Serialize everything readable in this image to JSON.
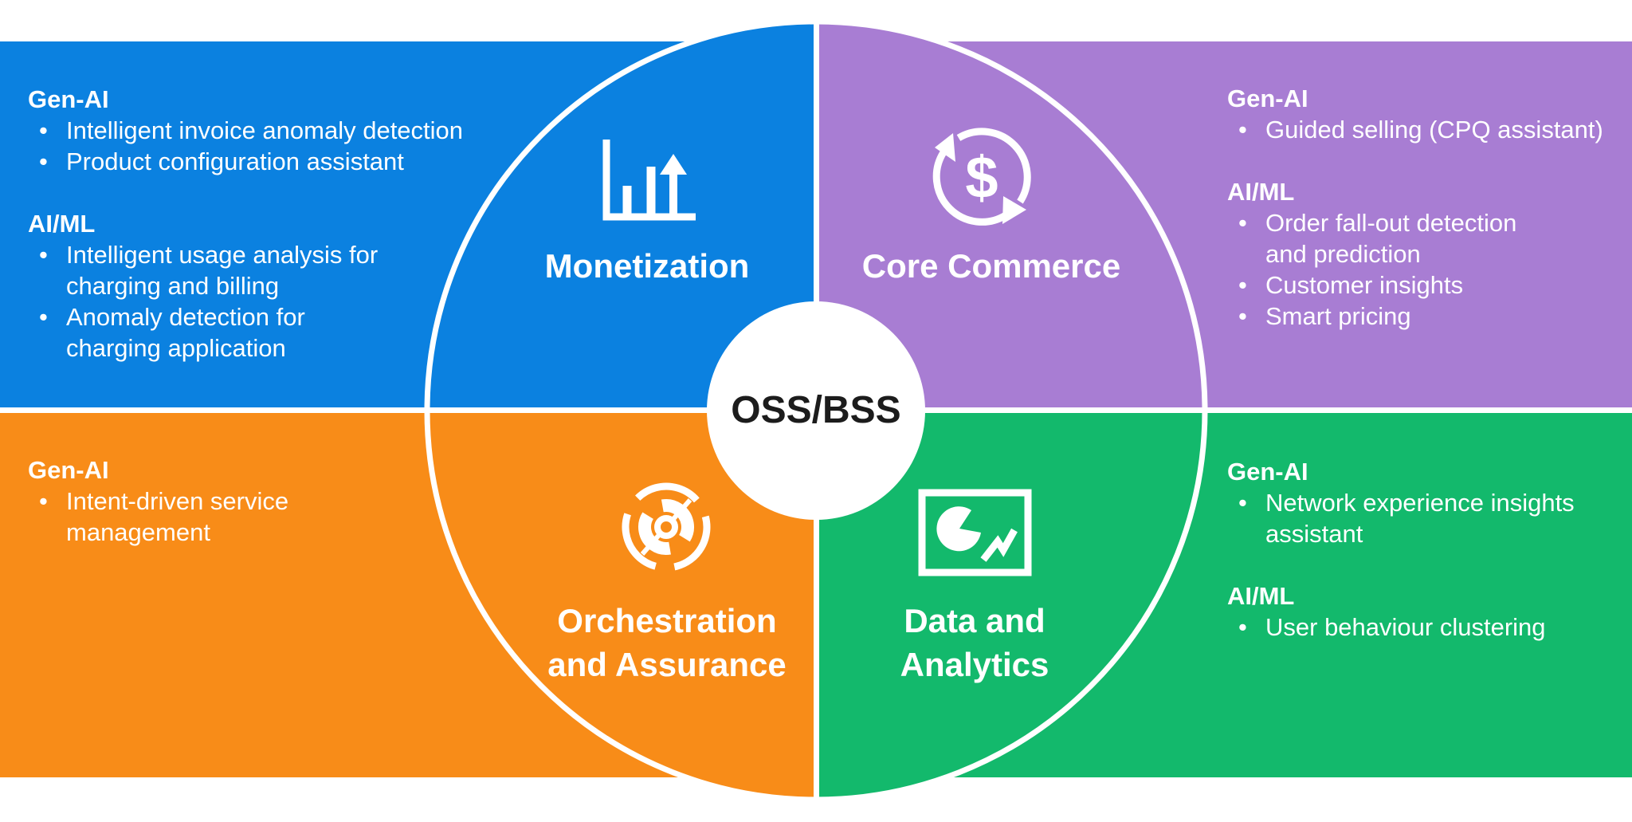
{
  "center": {
    "label": "OSS/BSS"
  },
  "colors": {
    "blue": "#0b81e0",
    "purple": "#a87dd3",
    "orange": "#f88c18",
    "green": "#13b96c",
    "dark": "#1c1c1c",
    "white": "#ffffff"
  },
  "icons": {
    "monetization": "bar-chart-growth-icon",
    "core_commerce": "currency-cycle-icon",
    "orchestration": "orchestration-wheel-icon",
    "data_analytics": "analytics-dashboard-icon",
    "dollar_glyph": "$"
  },
  "quadrants": {
    "monetization": {
      "title_lines": [
        "Monetization"
      ],
      "sections": [
        {
          "heading": "Gen-AI",
          "items": [
            {
              "lines": [
                "Intelligent invoice anomaly detection"
              ]
            },
            {
              "lines": [
                "Product configuration assistant"
              ]
            }
          ]
        },
        {
          "heading": "AI/ML",
          "items": [
            {
              "lines": [
                "Intelligent usage analysis for",
                "charging and billing"
              ]
            },
            {
              "lines": [
                "Anomaly detection for",
                "charging application"
              ]
            }
          ]
        }
      ]
    },
    "core_commerce": {
      "title_lines": [
        "Core Commerce"
      ],
      "sections": [
        {
          "heading": "Gen-AI",
          "items": [
            {
              "lines": [
                "Guided selling (CPQ assistant)"
              ]
            }
          ]
        },
        {
          "heading": "AI/ML",
          "items": [
            {
              "lines": [
                "Order fall-out detection",
                "and prediction"
              ]
            },
            {
              "lines": [
                "Customer insights"
              ]
            },
            {
              "lines": [
                "Smart pricing"
              ]
            }
          ]
        }
      ]
    },
    "orchestration": {
      "title_lines": [
        "Orchestration",
        "and Assurance"
      ],
      "sections": [
        {
          "heading": "Gen-AI",
          "items": [
            {
              "lines": [
                "Intent-driven service",
                "management"
              ]
            }
          ]
        }
      ]
    },
    "data_analytics": {
      "title_lines": [
        "Data and",
        "Analytics"
      ],
      "sections": [
        {
          "heading": "Gen-AI",
          "items": [
            {
              "lines": [
                "Network experience insights",
                "assistant"
              ]
            }
          ]
        },
        {
          "heading": "AI/ML",
          "items": [
            {
              "lines": [
                "User behaviour clustering"
              ]
            }
          ]
        }
      ]
    }
  }
}
